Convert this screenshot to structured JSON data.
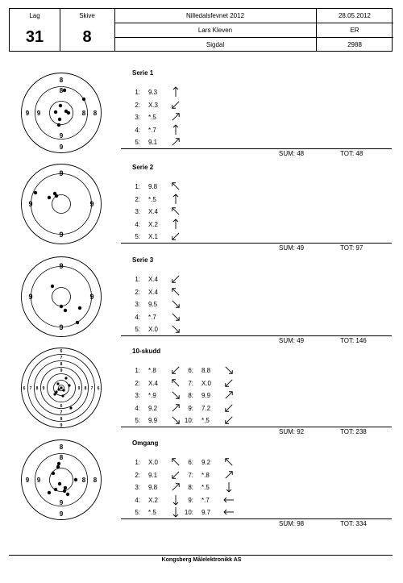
{
  "header": {
    "lag_label": "Lag",
    "lag_value": "31",
    "skive_label": "Skive",
    "skive_value": "8",
    "event": "Nilledalsfevnet 2012",
    "date": "28.05.2012",
    "shooter": "Lars Kleven",
    "class": "ER",
    "club": "Sigdal",
    "score_code": "2988"
  },
  "series": [
    {
      "title": "Serie 1",
      "target_labels": [
        "8",
        "9",
        "9",
        "8",
        "8",
        "9",
        "9",
        "8"
      ],
      "shots": [
        {
          "n": "1:",
          "v": "9.3",
          "dir": "N"
        },
        {
          "n": "2:",
          "v": "X.3",
          "dir": "SW"
        },
        {
          "n": "3:",
          "v": "*.5",
          "dir": "NE"
        },
        {
          "n": "4:",
          "v": "*.7",
          "dir": "N"
        },
        {
          "n": "5:",
          "v": "9.1",
          "dir": "NE"
        }
      ],
      "sum": "SUM: 48",
      "tot": "TOT: 48"
    },
    {
      "title": "Serie 2",
      "target_labels": [
        "9",
        "9",
        "9",
        "9"
      ],
      "shots": [
        {
          "n": "1:",
          "v": "9.8",
          "dir": "NW"
        },
        {
          "n": "2:",
          "v": "*.5",
          "dir": "N"
        },
        {
          "n": "3:",
          "v": "X.4",
          "dir": "NW"
        },
        {
          "n": "4:",
          "v": "X.2",
          "dir": "N"
        },
        {
          "n": "5:",
          "v": "X.1",
          "dir": "SW"
        }
      ],
      "sum": "SUM: 49",
      "tot": "TOT: 97"
    },
    {
      "title": "Serie 3",
      "target_labels": [
        "9",
        "9",
        "9",
        "9"
      ],
      "shots": [
        {
          "n": "1:",
          "v": "X.4",
          "dir": "SW"
        },
        {
          "n": "2:",
          "v": "X.4",
          "dir": "NW"
        },
        {
          "n": "3:",
          "v": "9.5",
          "dir": "SE"
        },
        {
          "n": "4:",
          "v": "*.7",
          "dir": "SE"
        },
        {
          "n": "5:",
          "v": "X.0",
          "dir": "SE"
        }
      ],
      "sum": "SUM: 49",
      "tot": "TOT: 146"
    },
    {
      "title": "10-skudd",
      "target_labels": [
        "6",
        "7",
        "8",
        "9",
        "6",
        "7",
        "8",
        "9",
        "9",
        "8",
        "7",
        "6",
        "9",
        "8",
        "7",
        "6"
      ],
      "shots": [
        {
          "n": "1:",
          "v": "*.8",
          "dir": "SW"
        },
        {
          "n": "2:",
          "v": "X.4",
          "dir": "NW"
        },
        {
          "n": "3:",
          "v": "*.9",
          "dir": "SE"
        },
        {
          "n": "4:",
          "v": "9.2",
          "dir": "NE"
        },
        {
          "n": "5:",
          "v": "9.9",
          "dir": "SE"
        },
        {
          "n": "6:",
          "v": "8.8",
          "dir": "SE"
        },
        {
          "n": "7:",
          "v": "X.0",
          "dir": "SW"
        },
        {
          "n": "8:",
          "v": "9.9",
          "dir": "NE"
        },
        {
          "n": "9:",
          "v": "7.2",
          "dir": "SW"
        },
        {
          "n": "10:",
          "v": "*.5",
          "dir": "SW"
        }
      ],
      "sum": "SUM: 92",
      "tot": "TOT: 238"
    },
    {
      "title": "Omgang",
      "target_labels": [
        "8",
        "9",
        "9",
        "8",
        "8",
        "9",
        "9",
        "8"
      ],
      "shots": [
        {
          "n": "1:",
          "v": "X.0",
          "dir": "NW"
        },
        {
          "n": "2:",
          "v": "9.1",
          "dir": "SW"
        },
        {
          "n": "3:",
          "v": "9.8",
          "dir": "NE"
        },
        {
          "n": "4:",
          "v": "X.2",
          "dir": "S"
        },
        {
          "n": "5:",
          "v": "*.5",
          "dir": "S"
        },
        {
          "n": "6:",
          "v": "9.2",
          "dir": "NW"
        },
        {
          "n": "7:",
          "v": "*.8",
          "dir": "NE"
        },
        {
          "n": "8:",
          "v": "*.5",
          "dir": "S"
        },
        {
          "n": "9:",
          "v": "*.7",
          "dir": "W"
        },
        {
          "n": "10:",
          "v": "9.7",
          "dir": "W"
        }
      ],
      "sum": "SUM: 98",
      "tot": "TOT: 334"
    }
  ],
  "footer": "Kongsberg Målelektronikk AS"
}
